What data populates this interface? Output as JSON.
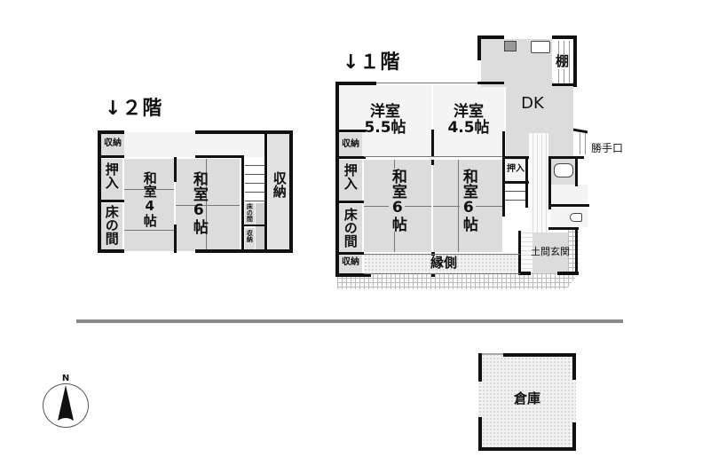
{
  "floors": {
    "second": {
      "label": "↓２階",
      "rooms": {
        "storage_top": "収納",
        "oshiire": "押入",
        "tokonoma": "床の間",
        "washitsu_4": "和室4帖",
        "washitsu_6": "和室6帖",
        "small_tokonoma": "床の間",
        "small_storage": "収納",
        "storage_right": "収納"
      }
    },
    "first": {
      "label": "↓１階",
      "rooms": {
        "youshitsu_55": {
          "name": "洋室",
          "size": "5.5帖"
        },
        "youshitsu_45": {
          "name": "洋室",
          "size": "4.5帖"
        },
        "dk": "DK",
        "shelf": "棚",
        "kitchen_door": "勝手口",
        "storage_left_top": "収納",
        "oshiire_left": "押入",
        "tokonoma": "床の間",
        "washitsu_6a": "和室6帖",
        "washitsu_6b": "和室6帖",
        "oshiire_right": "押入",
        "storage_left_bottom": "収納",
        "engawa": "縁側",
        "entrance": "土間玄関"
      }
    }
  },
  "outbuilding": {
    "name": "倉庫"
  },
  "compass": {
    "label": "N",
    "icon": "north-arrow-icon"
  },
  "colors": {
    "wall": "#111111",
    "room_fill": "#dcdcdc",
    "corridor_fill": "#f4f4f4",
    "divider_line": "#888888"
  }
}
